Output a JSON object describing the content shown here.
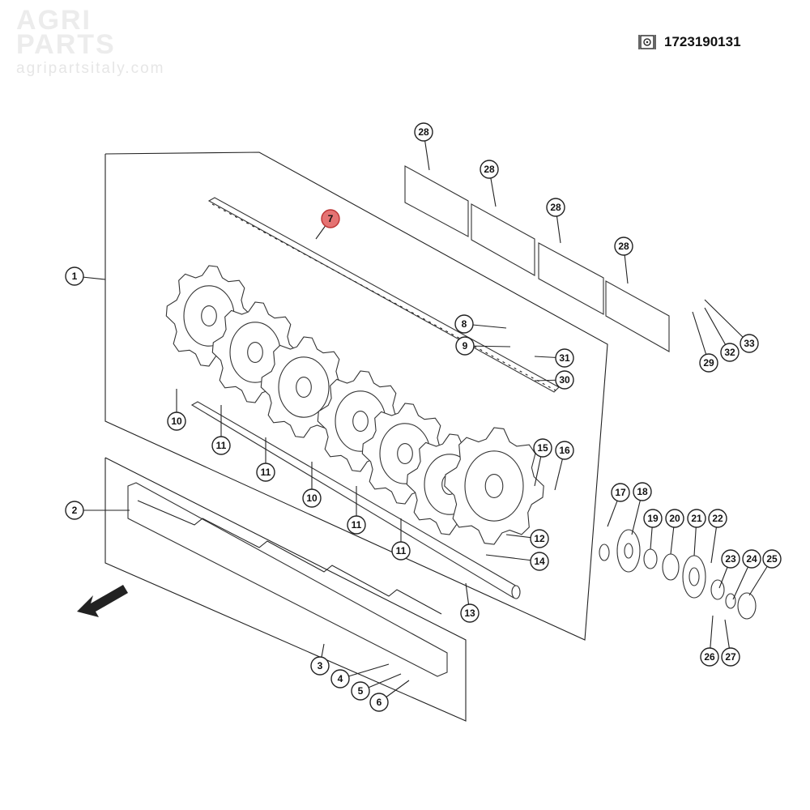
{
  "header": {
    "part_number": "1723190131",
    "icon": "catalog-gear-icon"
  },
  "watermark": {
    "title_line1": "AGRI",
    "title_line2": "PARTS",
    "url": "agripartsitaly.com"
  },
  "highlight_color": "#e57373",
  "callouts": [
    {
      "label": "1"
    },
    {
      "label": "2"
    },
    {
      "label": "3"
    },
    {
      "label": "4"
    },
    {
      "label": "5"
    },
    {
      "label": "6"
    },
    {
      "label": "7",
      "highlighted": true
    },
    {
      "label": "8"
    },
    {
      "label": "9"
    },
    {
      "label": "10"
    },
    {
      "label": "10"
    },
    {
      "label": "11"
    },
    {
      "label": "11"
    },
    {
      "label": "11"
    },
    {
      "label": "11"
    },
    {
      "label": "12"
    },
    {
      "label": "13"
    },
    {
      "label": "14"
    },
    {
      "label": "15"
    },
    {
      "label": "16"
    },
    {
      "label": "17"
    },
    {
      "label": "18"
    },
    {
      "label": "19"
    },
    {
      "label": "20"
    },
    {
      "label": "21"
    },
    {
      "label": "22"
    },
    {
      "label": "23"
    },
    {
      "label": "24"
    },
    {
      "label": "25"
    },
    {
      "label": "26"
    },
    {
      "label": "27"
    },
    {
      "label": "28"
    },
    {
      "label": "28"
    },
    {
      "label": "28"
    },
    {
      "label": "28"
    },
    {
      "label": "29"
    },
    {
      "label": "30"
    },
    {
      "label": "31"
    },
    {
      "label": "32"
    },
    {
      "label": "33"
    }
  ]
}
